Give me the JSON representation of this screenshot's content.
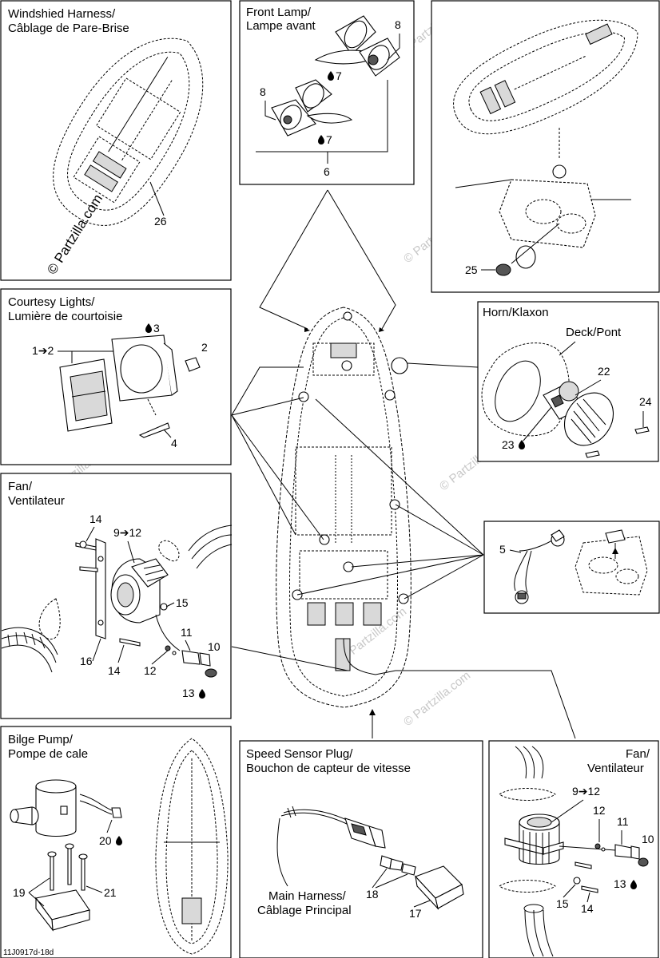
{
  "panels": {
    "windshield": {
      "title1": "Windshied Harness/",
      "title2": "Câblage de Pare-Brise",
      "c26": "26"
    },
    "front_lamp": {
      "title1": "Front Lamp/",
      "title2": "Lampe avant",
      "c8a": "8",
      "c7a": "7",
      "c8b": "8",
      "c7b": "7",
      "c6": "6"
    },
    "rear_detail": {
      "c25": "25"
    },
    "courtesy": {
      "title1": "Courtesy Lights/",
      "title2": "Lumière de courtoisie",
      "c3": "3",
      "c1": "1➔2",
      "c2": "2",
      "c4": "4"
    },
    "horn": {
      "title1": "Horn/Klaxon",
      "deck": "Deck/Pont",
      "c22": "22",
      "c24": "24",
      "c23": "23"
    },
    "fan_left": {
      "title1": "Fan/",
      "title2": "Ventilateur",
      "c14a": "14",
      "c9": "9➔12",
      "c15": "15",
      "c11": "11",
      "c10": "10",
      "c16": "16",
      "c14b": "14",
      "c12": "12",
      "c13": "13"
    },
    "sensor5": {
      "c5": "5"
    },
    "bilge": {
      "title1": "Bilge Pump/",
      "title2": "Pompe de cale",
      "c20": "20",
      "c19": "19",
      "c21": "21"
    },
    "speed": {
      "title1": "Speed Sensor Plug/",
      "title2": "Bouchon de capteur de vitesse",
      "main1": "Main Harness/",
      "main2": "Câblage Principal",
      "c18": "18",
      "c17": "17"
    },
    "fan_right": {
      "title1": "Fan/",
      "title2": "Ventilateur",
      "c9": "9➔12",
      "c12": "12",
      "c11": "11",
      "c10": "10",
      "c15": "15",
      "c14": "14",
      "c13": "13"
    }
  },
  "watermark": "© Partzilla.com",
  "footer_code": "11J0917d-18d",
  "icons": {
    "sealant": "drop-icon"
  }
}
